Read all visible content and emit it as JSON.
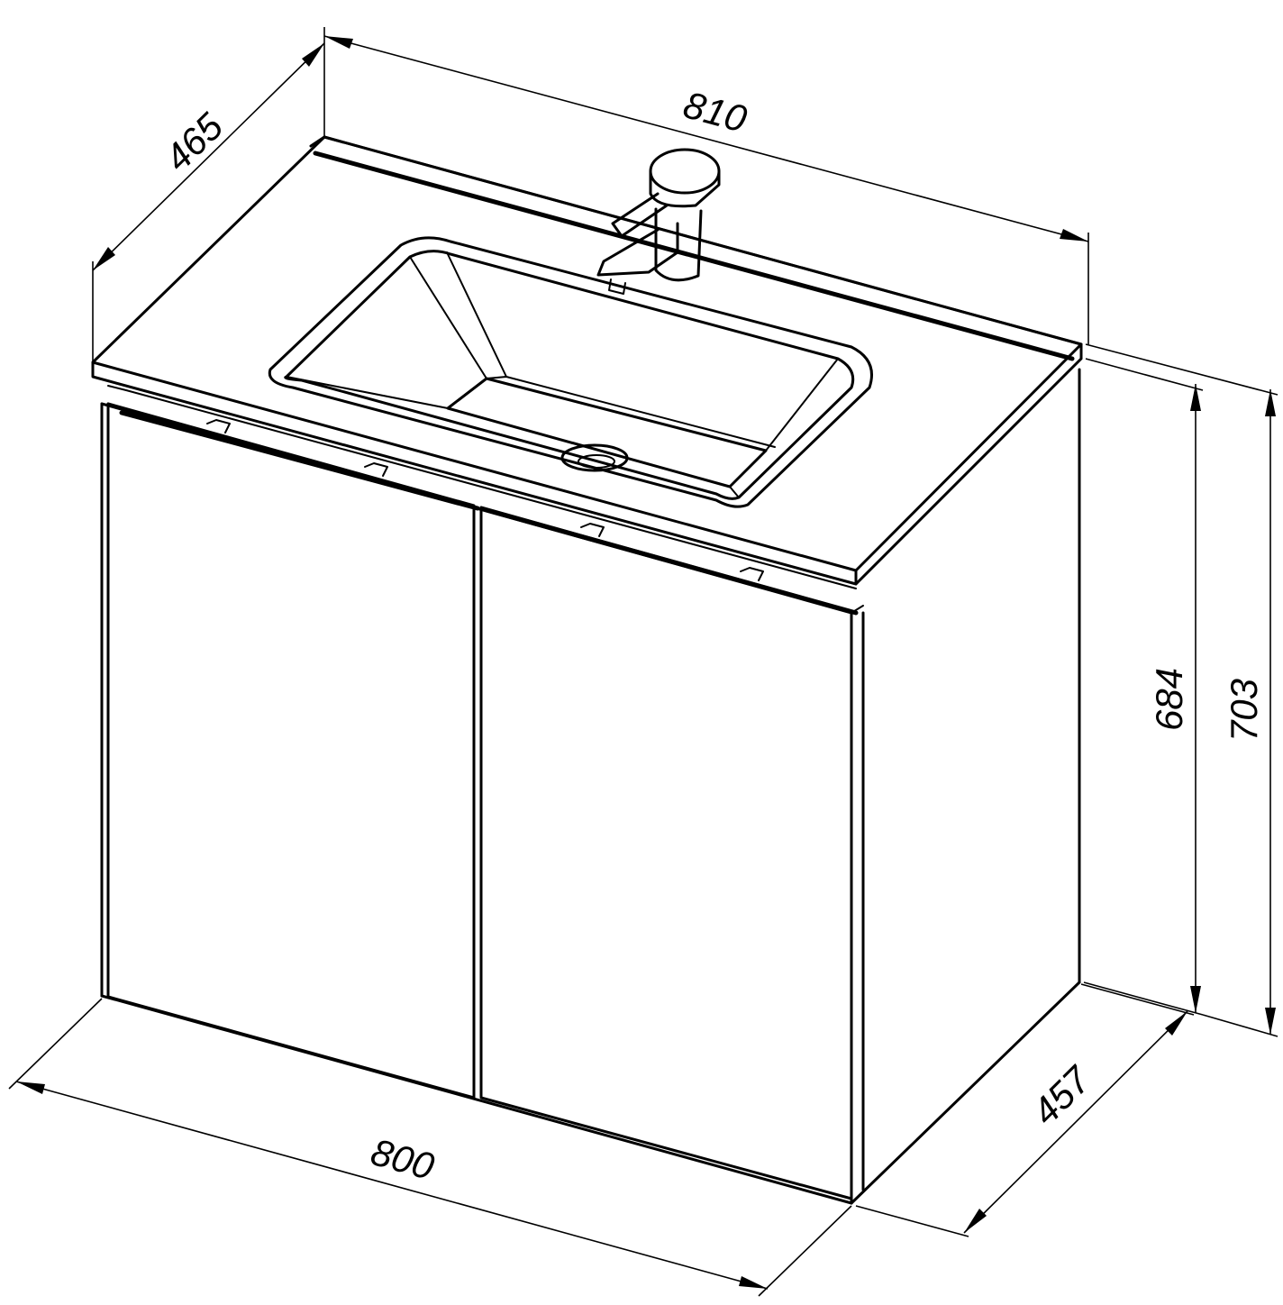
{
  "dimensions": {
    "countertop_width": "810",
    "countertop_depth": "465",
    "cabinet_width": "800",
    "cabinet_depth": "457",
    "cabinet_height": "684",
    "total_height": "703"
  }
}
